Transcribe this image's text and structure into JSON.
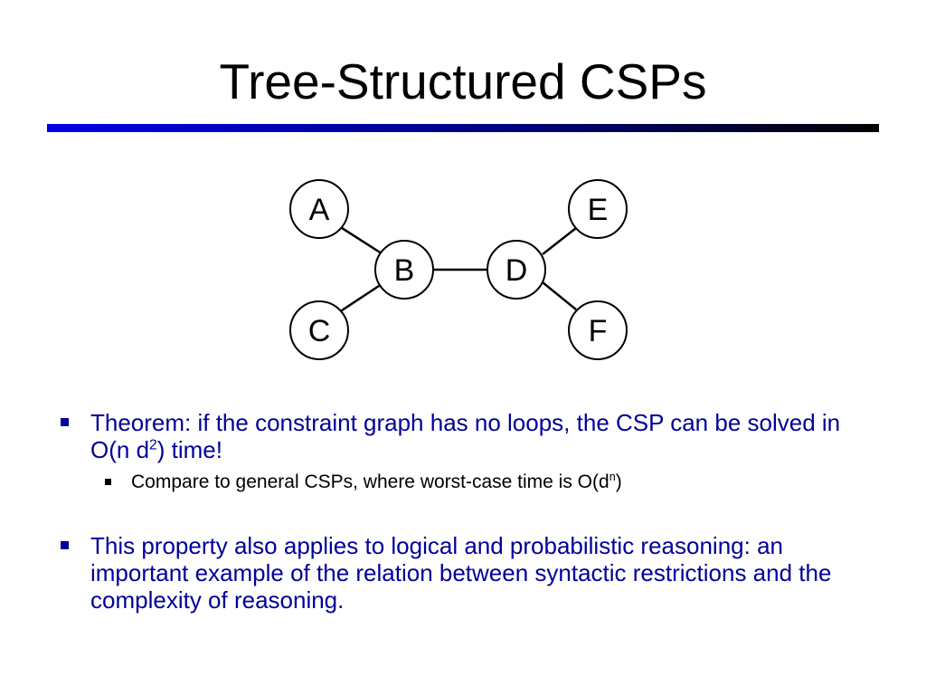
{
  "title": "Tree-Structured CSPs",
  "colors": {
    "rule_start": "#0000e6",
    "rule_end": "#000000",
    "bullet_text": "#000099"
  },
  "graph": {
    "nodes": {
      "A": "A",
      "B": "B",
      "C": "C",
      "D": "D",
      "E": "E",
      "F": "F"
    },
    "edges": [
      [
        "A",
        "B"
      ],
      [
        "C",
        "B"
      ],
      [
        "B",
        "D"
      ],
      [
        "D",
        "E"
      ],
      [
        "D",
        "F"
      ]
    ]
  },
  "bullets": [
    {
      "text_before": "Theorem: if the constraint graph has no loops, the CSP can be solved in O(n d",
      "sup": "2",
      "text_after": ") time!",
      "sub": {
        "text_before": "Compare to general CSPs, where worst-case time is O(d",
        "sup": "n",
        "text_after": ")"
      }
    },
    {
      "text": "This property also applies to logical and probabilistic reasoning: an important example of the relation between syntactic restrictions and the complexity of reasoning."
    }
  ]
}
